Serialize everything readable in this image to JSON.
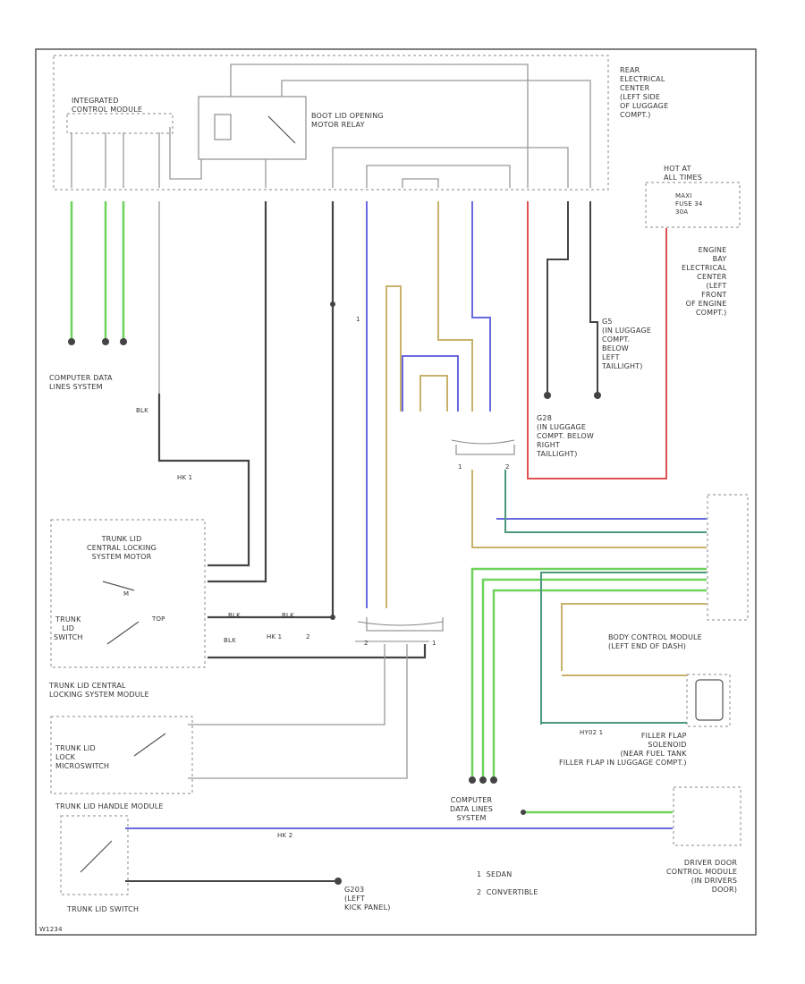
{
  "labels": {
    "rear_center": "REAR\nELECTRICAL\nCENTER\n(LEFT SIDE\nOF LUGGAGE\nCOMPT.)",
    "icm": "INTEGRATED\nCONTROL MODULE",
    "relay": "BOOT LID OPENING\nMOTOR RELAY",
    "hot_at": "HOT AT\nALL TIMES",
    "fuse": "MAXI\nFUSE 34\n30A",
    "engine_bay": "ENGINE\nBAY\nELECTRICAL\nCENTER\n(LEFT\nFRONT\nOF ENGINE\nCOMPT.)",
    "g_luggage_left": "G5\n(IN LUGGAGE\nCOMPT.\nBELOW\nLEFT\nTAILLIGHT)",
    "g_luggage_right": "G28\n(IN LUGGAGE\nCOMPT. BELOW\nRIGHT\nTAILLIGHT)",
    "cdl_system_1": "COMPUTER DATA\nLINES SYSTEM",
    "trunk_lock_motor": "TRUNK LID\nCENTRAL LOCKING\nSYSTEM MOTOR",
    "trunk_lid_switch": "TRUNK\nLID\nSWITCH",
    "trunk_lock_module": "TRUNK LID CENTRAL\nLOCKING SYSTEM MODULE",
    "trunk_lid_lock": "TRUNK LID\nLOCK\nMICROSWITCH",
    "trunk_handle_module": "TRUNK LID HANDLE MODULE",
    "trunk_lid_switch_bottom": "TRUNK LID SWITCH",
    "bcm": "BODY CONTROL MODULE\n(LEFT END OF DASH)",
    "filler_flap": "FILLER FLAP\nSOLENOID\n(NEAR FUEL TANK\nFILLER FLAP IN LUGGAGE COMPT.)",
    "cdl_system_2": "COMPUTER\nDATA LINES\nSYSTEM",
    "driver_door": "DRIVER DOOR\nCONTROL MODULE\n(IN DRIVERS\nDOOR)",
    "g_kick": "G203\n(LEFT\nKICK PANEL)",
    "legend_1": "1  SEDAN",
    "legend_2": "2  CONVERTIBLE",
    "blk_1": "BLK",
    "blk_2": "BLK",
    "wire_blk_a": "BLK",
    "wire_blk_b": "BLK",
    "hk1": "HK 1",
    "hk1b": "HK 1",
    "hk2": "HK 2",
    "hy02": "HY02 1",
    "c_label_1": "1",
    "c_label_2": "2",
    "c_label_3": "1",
    "c_label_4": "2",
    "c_label_5": "1",
    "c_label_6": "2",
    "m_label": "M",
    "sw_t": "TOP",
    "footer_code": "W1234"
  },
  "colors": {
    "green": "#6fd35a",
    "blue": "#6a6ae0",
    "yellow": "#c8b26a",
    "red": "#e05050",
    "black": "#444444",
    "gray": "#999999",
    "teal": "#4a9a7a"
  }
}
